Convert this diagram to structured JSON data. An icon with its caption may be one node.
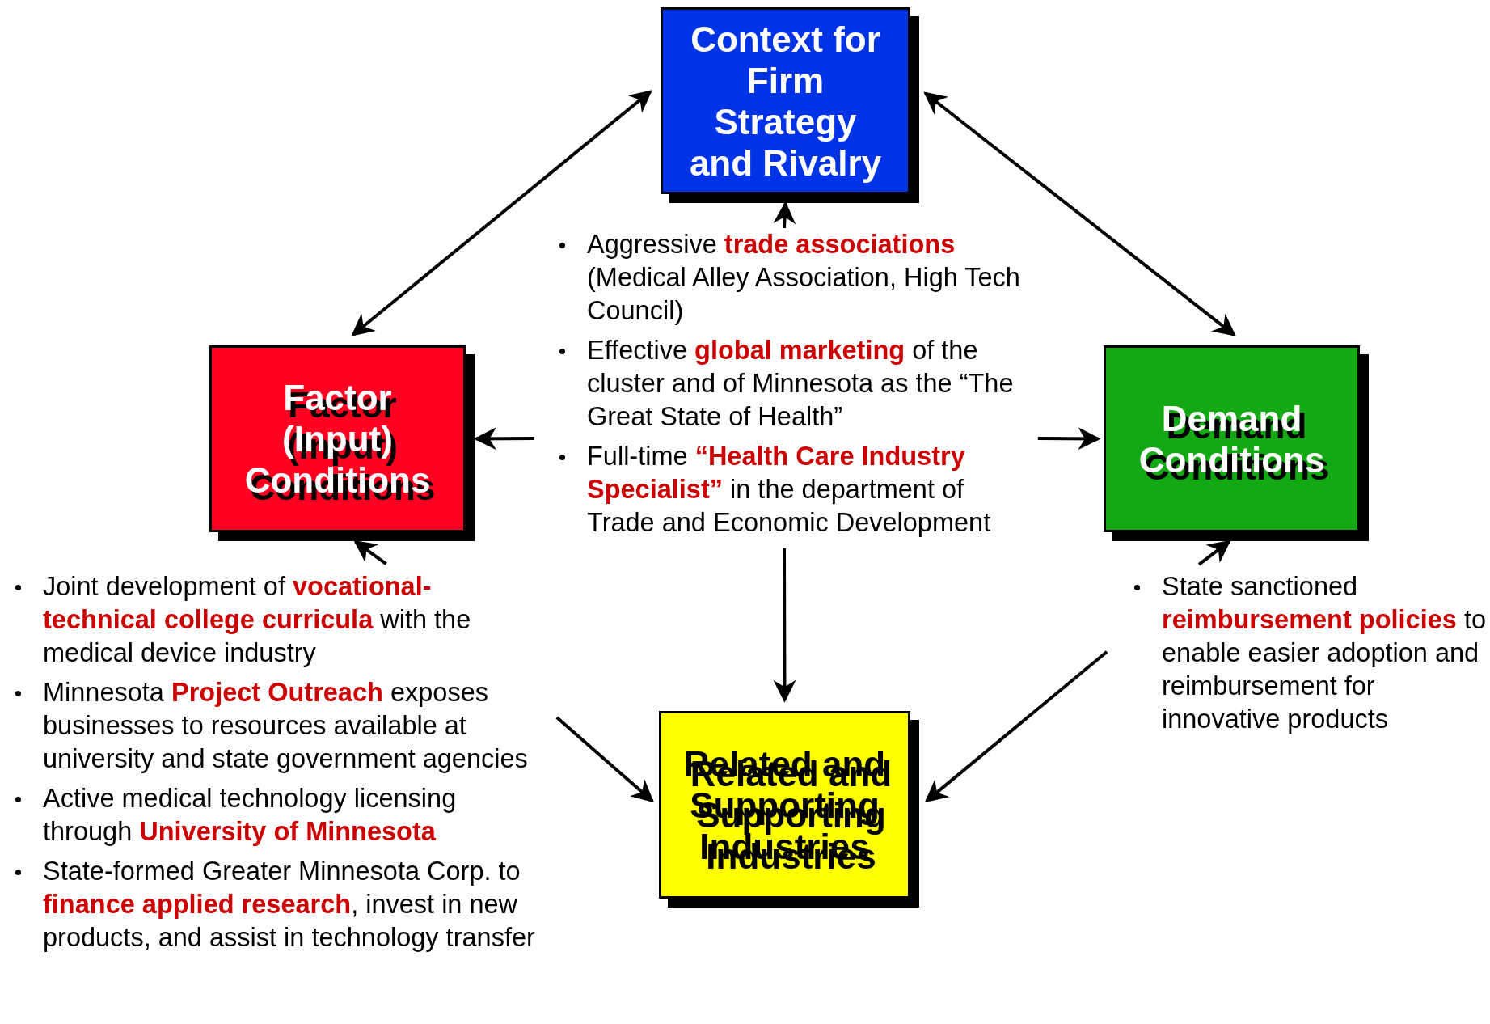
{
  "diagram": {
    "nodes": [
      {
        "text": [
          "Context for Firm Strategy and Rivalry"
        ]
      },
      {
        "text": [
          "Factor (Input) Conditions"
        ]
      },
      {
        "text": [
          "Demand Conditions"
        ]
      },
      {
        "text": [
          "Related and Supporting Industries"
        ]
      },
      {
        "text": [
          "Aggressive **trade associations** (Medical Alley Association, High Tech Council)",
          "Effective **global marketing** of the cluster and of Minnesota as the “The Great State of Health”",
          "Full-time **“Health Care Industry Specialist”** in the department of Trade and Economic Development"
        ]
      },
      {
        "text": [
          "Joint development of **vocational-technical college curricula** with the medical device industry",
          "Minnesota **Project Outreach** exposes businesses to resources available at university and state government agencies",
          "Active medical technology licensing through **University of Minnesota**",
          "State-formed Greater Minnesota Corp. to **finance applied research**, invest in new products, and assist in technology transfer"
        ]
      },
      {
        "text": [
          "State sanctioned **reimbursement policies** to enable easier adoption and reimbursement for innovative products"
        ]
      }
    ],
    "edges": [
      {
        "from": 0,
        "to": 1,
        "arrow": "both"
      },
      {
        "from": 0,
        "to": 2,
        "arrow": "both"
      },
      {
        "from": 4,
        "to": 0,
        "arrow": "to"
      },
      {
        "from": 4,
        "to": 1,
        "arrow": "to"
      },
      {
        "from": 4,
        "to": 2,
        "arrow": "to"
      },
      {
        "from": 4,
        "to": 3,
        "arrow": "to"
      },
      {
        "from": 5,
        "to": 1,
        "arrow": "to"
      },
      {
        "from": 5,
        "to": 3,
        "arrow": "to"
      },
      {
        "from": 6,
        "to": 2,
        "arrow": "to"
      },
      {
        "from": 6,
        "to": 3,
        "arrow": "to"
      }
    ]
  }
}
